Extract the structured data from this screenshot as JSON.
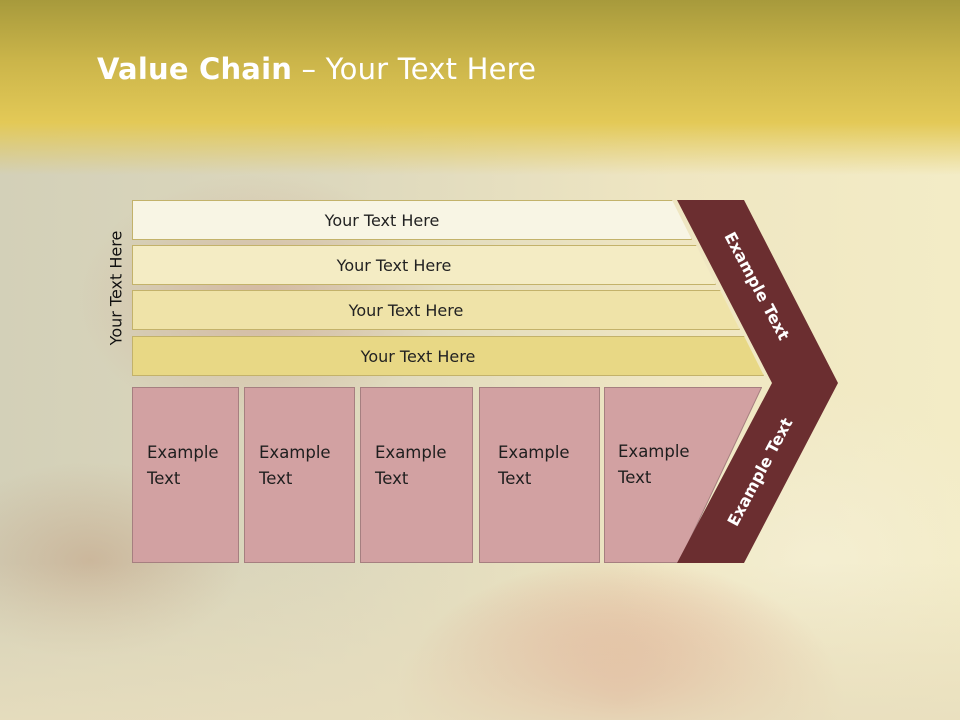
{
  "title": {
    "bold": "Value Chain",
    "rest": " – Your Text Here"
  },
  "side_label": "Your Text Here",
  "bars": [
    {
      "label": "Your Text Here"
    },
    {
      "label": "Your Text Here"
    },
    {
      "label": "Your Text Here"
    },
    {
      "label": "Your Text Here"
    }
  ],
  "boxes": [
    {
      "line1": "Example",
      "line2": "Text"
    },
    {
      "line1": "Example",
      "line2": "Text"
    },
    {
      "line1": "Example",
      "line2": "Text"
    },
    {
      "line1": "Example",
      "line2": "Text"
    },
    {
      "line1": "Example",
      "line2": "Text"
    }
  ],
  "chevron": {
    "upper_label": "Example Text",
    "lower_label": "Example Text"
  },
  "colors": {
    "header": "#d8c04e",
    "bar_fills": [
      "#f8f5e4",
      "#f4ecc4",
      "#efe3a8",
      "#e8d885"
    ],
    "box_fill": "#d2a1a2",
    "chevron_fill": "#6b2e30"
  }
}
